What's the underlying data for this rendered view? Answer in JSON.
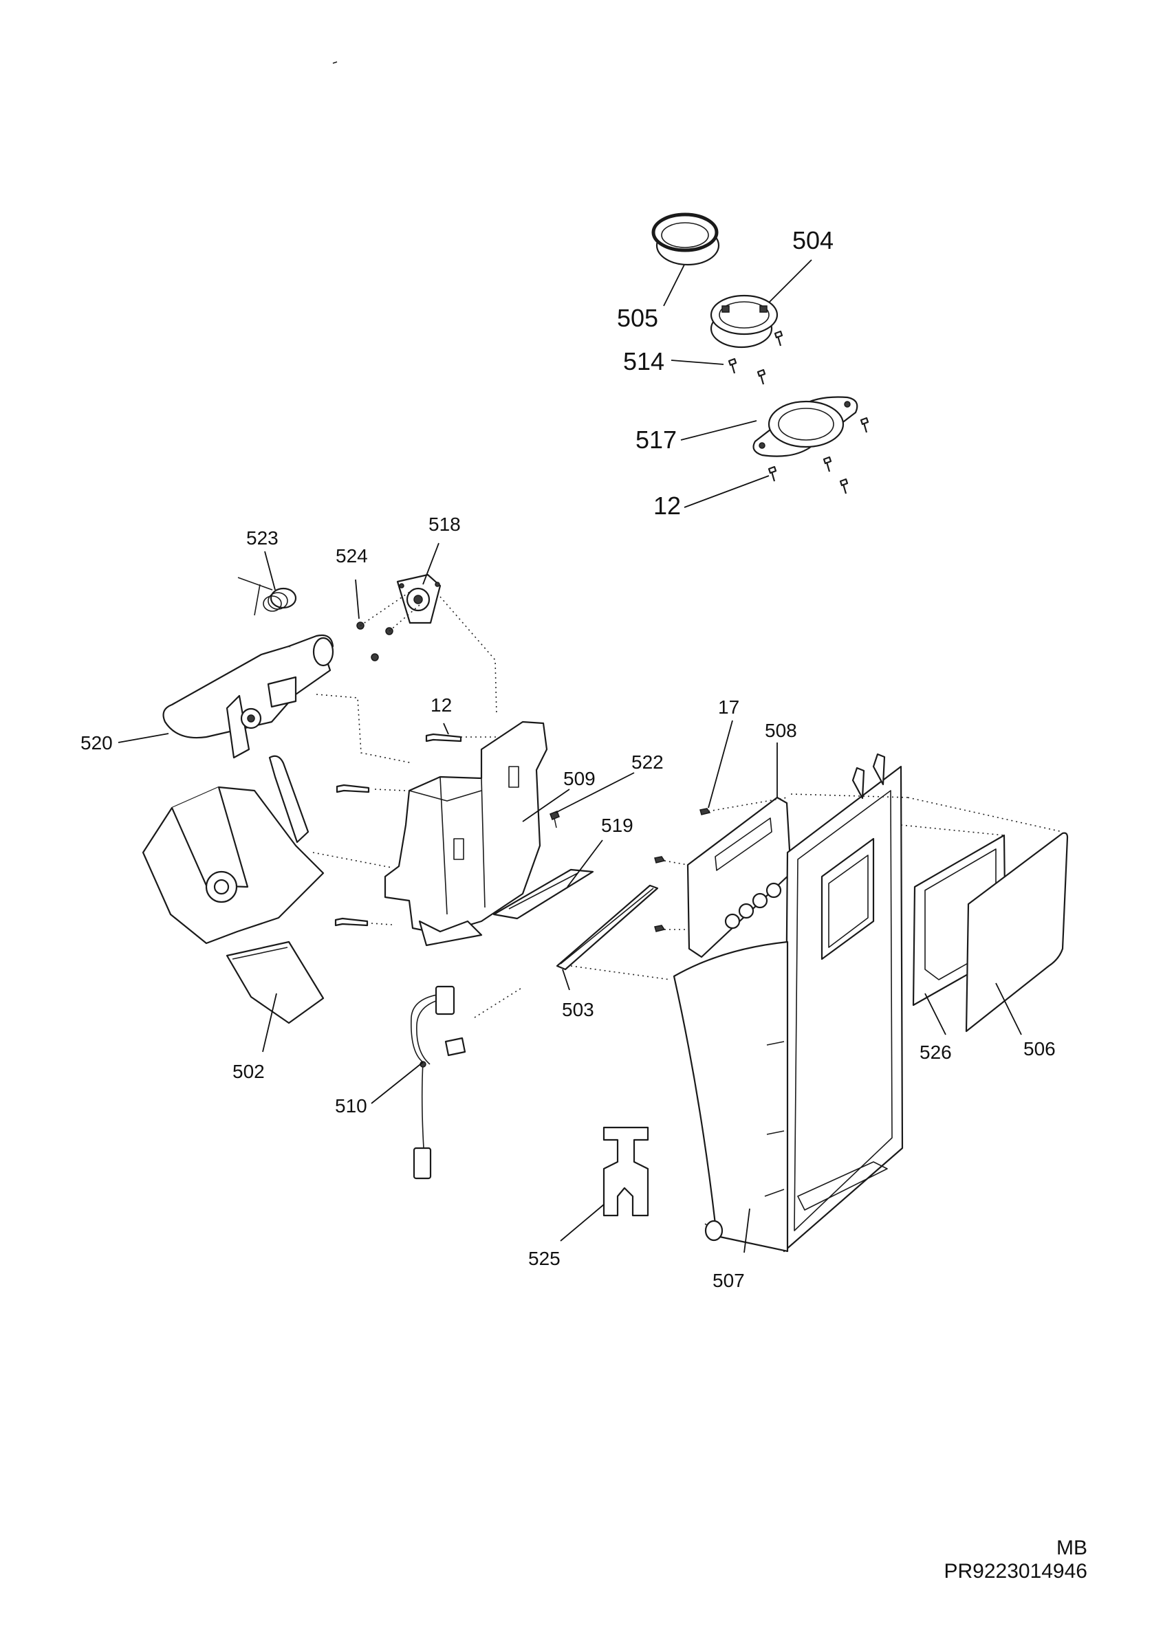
{
  "callouts": {
    "p505": "505",
    "p504": "504",
    "p514": "514",
    "p517": "517",
    "p12_top": "12",
    "p523": "523",
    "p524": "524",
    "p518": "518",
    "p520": "520",
    "p12_mid": "12",
    "p509": "509",
    "p522": "522",
    "p519": "519",
    "p17": "17",
    "p508": "508",
    "p502": "502",
    "p510": "510",
    "p503": "503",
    "p526": "526",
    "p506": "506",
    "p525": "525",
    "p507": "507"
  },
  "footer": {
    "section_code": "MB",
    "drawing_number": "PR9223014946"
  }
}
